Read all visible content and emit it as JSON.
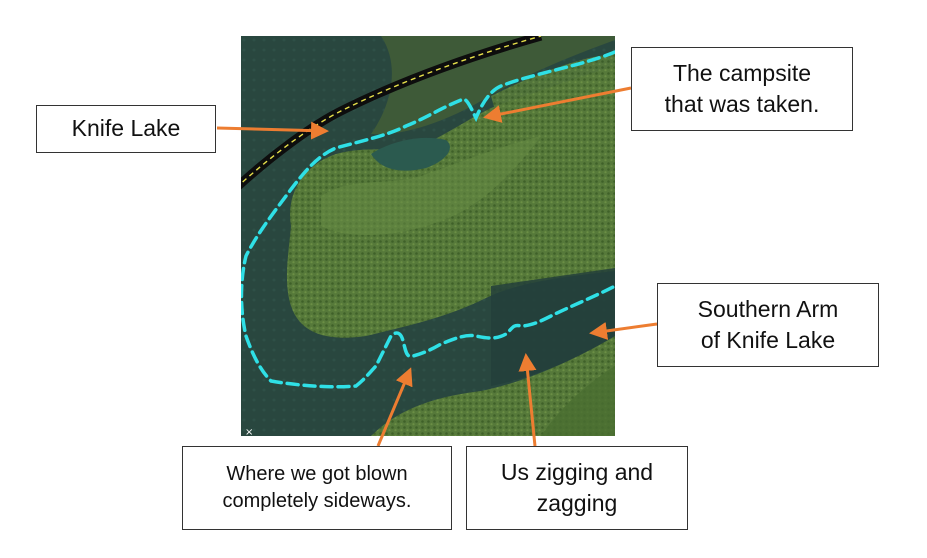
{
  "map": {
    "colors": {
      "water": "#27463f",
      "land": "#4f7334",
      "route": "#2fe0e6",
      "road": "#0d0d0d",
      "arrow": "#ed7d31"
    },
    "route_style": "dashed"
  },
  "callouts": {
    "knife_lake": {
      "lines": [
        "Knife Lake"
      ]
    },
    "campsite": {
      "lines": [
        "The campsite",
        "that was taken."
      ]
    },
    "southern_arm": {
      "lines": [
        "Southern Arm",
        "of Knife Lake"
      ]
    },
    "blown_sideways": {
      "lines": [
        "Where we got blown",
        "completely sideways."
      ]
    },
    "zigzag": {
      "lines": [
        "Us zigging and",
        "zagging"
      ]
    }
  }
}
